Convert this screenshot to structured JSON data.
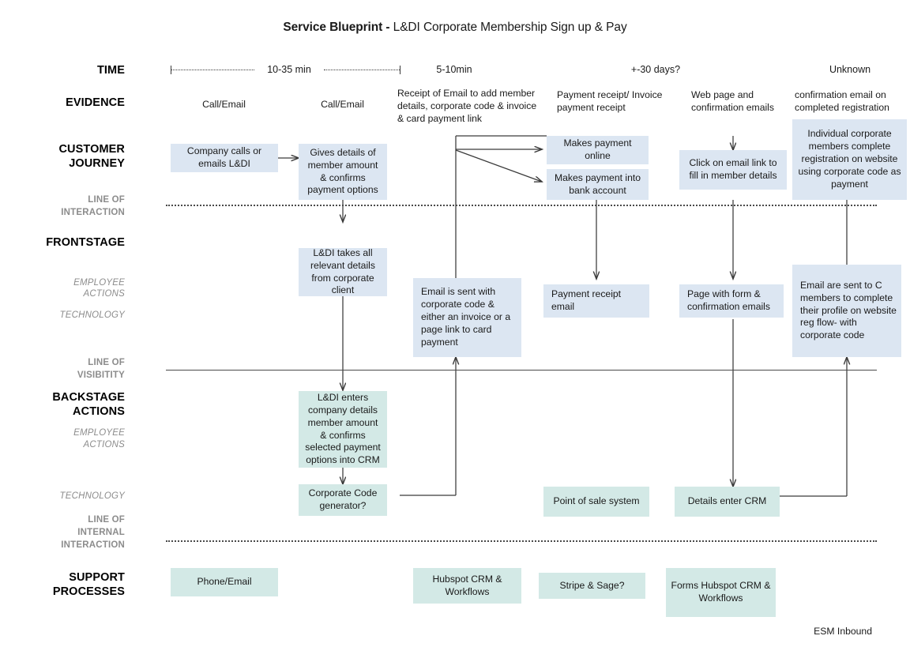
{
  "title": {
    "bold": "Service Blueprint -",
    "rest": " L&DI Corporate Membership Sign up & Pay"
  },
  "footer": {
    "text": "ESM Inbound"
  },
  "colors": {
    "box_customer": "#dce6f2",
    "box_support": "#d3e9e6",
    "line": "#4a4a4a",
    "label_muted": "#8c8c8c",
    "text": "#1a1a1a",
    "background": "#ffffff"
  },
  "rail": {
    "time": "TIME",
    "evidence": "EVIDENCE",
    "customer_journey_1": "CUSTOMER",
    "customer_journey_2": "JOURNEY",
    "line_interaction_1": "LINE OF",
    "line_interaction_2": "INTERACTION",
    "frontstage": "FRONTSTAGE",
    "frontstage_sub_1": "EMPLOYEE",
    "frontstage_sub_2": "ACTIONS",
    "frontstage_tech": "TECHNOLOGY",
    "line_visibility_1": "LINE OF",
    "line_visibility_2": "VISIBITITY",
    "backstage_1": "BACKSTAGE",
    "backstage_2": "ACTIONS",
    "backstage_sub_1": "EMPLOYEE",
    "backstage_sub_2": "ACTIONS",
    "backstage_tech": "TECHNOLOGY",
    "line_internal_1": "LINE OF",
    "line_internal_2": "INTERNAL",
    "line_internal_3": "INTERACTION",
    "support_1": "SUPPORT",
    "support_2": "PROCESSES"
  },
  "time_row": {
    "span_label": "10-35 min",
    "items": [
      {
        "label": "5-10min"
      },
      {
        "label": "+-30 days?"
      },
      {
        "label": "Unknown"
      }
    ]
  },
  "evidence_row": [
    {
      "text": "Call/Email"
    },
    {
      "text": "Call/Email"
    },
    {
      "text": "Receipt of Email to add member details, corporate code &  invoice & card payment link"
    },
    {
      "text": "Payment receipt/ Invoice payment receipt"
    },
    {
      "text": "Web page and confirmation emails"
    },
    {
      "text": "confirmation email on completed registration"
    }
  ],
  "customer_journey": [
    {
      "text": "Company calls or emails L&DI"
    },
    {
      "text": "Gives details of member amount & confirms payment options"
    },
    {
      "text": "Makes payment online"
    },
    {
      "text": "Makes payment into bank account"
    },
    {
      "text": "Click on email link to fill in member details"
    },
    {
      "text": "Individual corporate members complete registration on website using corporate code as payment"
    }
  ],
  "frontstage": [
    {
      "text": "L&DI takes all relevant details from corporate client"
    },
    {
      "text": "Email is sent with corporate code & either an invoice or a page link to card payment"
    },
    {
      "text": "Payment receipt email"
    },
    {
      "text": "Page with form & confirmation emails"
    },
    {
      "text": "Email are sent to C members to complete their profile on website reg flow- with corporate code"
    }
  ],
  "backstage": [
    {
      "text": "L&DI enters company details member amount & confirms selected payment options into CRM"
    },
    {
      "text": "Corporate Code generator?"
    },
    {
      "text": "Point of sale system"
    },
    {
      "text": "Details enter CRM"
    }
  ],
  "support_processes": [
    {
      "text": "Phone/Email"
    },
    {
      "text": "Hubspot CRM & Workflows"
    },
    {
      "text": "Stripe & Sage?"
    },
    {
      "text": "Forms Hubspot CRM & Workflows"
    }
  ]
}
